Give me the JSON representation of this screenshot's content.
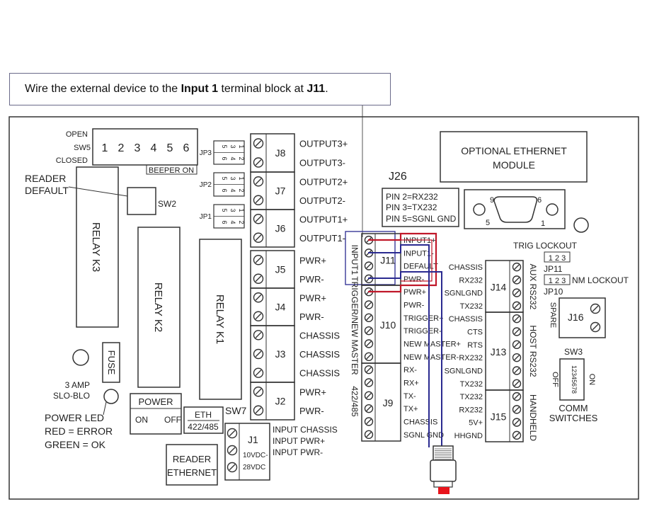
{
  "instruction": {
    "text_before": "Wire the external device to the ",
    "bold_1": "Input 1",
    "text_middle": " terminal block at ",
    "bold_2": "J11",
    "text_after": "."
  },
  "sw5": {
    "open": "OPEN",
    "name": "SW5",
    "closed": "CLOSED",
    "positions": [
      "1",
      "2",
      "3",
      "4",
      "5",
      "6"
    ],
    "beeper": "BEEPER ON"
  },
  "jumpers": [
    {
      "name": "JP3",
      "pins": [
        "1",
        "2",
        "3",
        "4",
        "5",
        "6"
      ]
    },
    {
      "name": "JP2",
      "pins": [
        "1",
        "2",
        "3",
        "4",
        "5",
        "6"
      ]
    },
    {
      "name": "JP1",
      "pins": [
        "1",
        "2",
        "3",
        "4",
        "5",
        "6"
      ]
    }
  ],
  "labels": {
    "reader_default_1": "READER",
    "reader_default_2": "DEFAULT",
    "sw2": "SW2",
    "relay_k3": "RELAY K3",
    "relay_k2": "RELAY K2",
    "relay_k1": "RELAY K1",
    "fuse": "FUSE",
    "amp_1": "3 AMP",
    "amp_2": "SLO-BLO",
    "power_led_1": "POWER LED",
    "power_led_2": "RED = ERROR",
    "power_led_3": "GREEN = OK",
    "power": "POWER",
    "on": "ON",
    "off": "OFF",
    "eth": "ETH",
    "eth_mode": "422/485",
    "sw7": "SW7",
    "reader_eth_1": "READER",
    "reader_eth_2": "ETHERNET",
    "j1": "J1",
    "j1_v1": "10VDC-",
    "j1_v2": "28VDC",
    "j1_pin1": "INPUT CHASSIS",
    "j1_pin2": "INPUT PWR+",
    "j1_pin3": "INPUT PWR-",
    "opt_eth_1": "OPTIONAL ETHERNET",
    "opt_eth_2": "MODULE",
    "j26": "J26",
    "pin2": "PIN 2=RX232",
    "pin3": "PIN 3=TX232",
    "pin5": "PIN 5=SGNL GND",
    "db9_9": "9",
    "db9_6": "6",
    "db9_5": "5",
    "db9_1": "1",
    "trig_lockout": "TRIG LOCKOUT",
    "jp11_pins": "1 2 3",
    "jp11": "JP11",
    "jp10_pins": "1 2 3",
    "nm_lockout": "NM LOCKOUT",
    "jp10": "JP10",
    "spare": "SPARE",
    "j16": "J16",
    "sw3": "SW3",
    "sw3_pins": "12345678",
    "sw3_on": "ON",
    "sw3_off": "OFF",
    "comm_1": "COMM",
    "comm_2": "SWITCHES",
    "input1": "INPUT1",
    "trigger_master": "TRIGGER/NEW MASTER",
    "r422": "422/485",
    "aux_rs232": "AUX RS232",
    "host_rs232": "HOST RS232",
    "handheld": "HANDHELD"
  },
  "terminals_left": [
    {
      "name": "J8",
      "pins": [
        "OUTPUT3+",
        "OUTPUT3-"
      ]
    },
    {
      "name": "J7",
      "pins": [
        "OUTPUT2+",
        "OUTPUT2-"
      ]
    },
    {
      "name": "J6",
      "pins": [
        "OUTPUT1+",
        "OUTPUT1-"
      ]
    },
    {
      "name": "J5",
      "pins": [
        "PWR+",
        "PWR-"
      ]
    },
    {
      "name": "J4",
      "pins": [
        "PWR+",
        "PWR-"
      ]
    },
    {
      "name": "J3",
      "pins": [
        "CHASSIS",
        "CHASSIS",
        "CHASSIS"
      ]
    },
    {
      "name": "J2",
      "pins": [
        "PWR+",
        "PWR-"
      ]
    }
  ],
  "terminals_mid": [
    {
      "name": "J11",
      "pins": [
        "INPUT1+",
        "INPUT1-",
        "DEFAULT",
        "PWR-"
      ]
    },
    {
      "name": "J10",
      "pins": [
        "PWR+",
        "PWR-",
        "TRIGGER+",
        "TRIGGER-",
        "NEW MASTER+",
        "NEW MASTER-"
      ]
    },
    {
      "name": "J9",
      "pins": [
        "RX-",
        "RX+",
        "TX-",
        "TX+",
        "CHASSIS",
        "SGNL GND"
      ]
    }
  ],
  "terminals_right": [
    {
      "name": "J14",
      "pins": [
        "CHASSIS",
        "RX232",
        "SGNLGND",
        "TX232"
      ]
    },
    {
      "name": "J13",
      "pins": [
        "CHASSIS",
        "CTS",
        "RTS",
        "RX232",
        "SGNLGND",
        "TX232"
      ]
    },
    {
      "name": "J15",
      "pins": [
        "TX232",
        "RX232",
        "5V+",
        "HHGND"
      ]
    }
  ],
  "colors": {
    "outline": "#333333",
    "wire_red": "#c0182a",
    "wire_blue": "#2a2a90",
    "connector_red": "#e8141c"
  }
}
